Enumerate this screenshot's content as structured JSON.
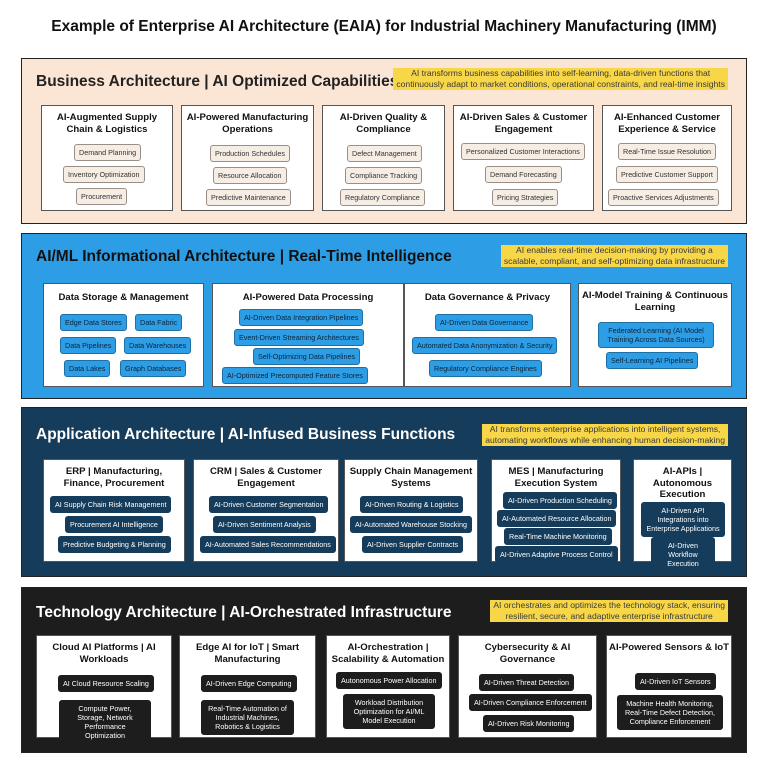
{
  "title": "Example of Enterprise AI Architecture (EAIA) for Industrial Machinery Manufacturing (IMM)",
  "layers": {
    "business": {
      "title": "Business Architecture | AI Optimized Capabilities",
      "note": [
        "AI transforms business capabilities into self-learning, data-driven functions that",
        "continuously adapt to market conditions, operational constraints, and real-time insights"
      ],
      "cards": [
        {
          "title": "AI-Augmented Supply Chain & Logistics",
          "items": [
            "Demand Planning",
            "Inventory Optimization",
            "Procurement"
          ]
        },
        {
          "title": "AI-Powered Manufacturing Operations",
          "items": [
            "Production Schedules",
            "Resource Allocation",
            "Predictive Maintenance"
          ]
        },
        {
          "title": "AI-Driven Quality & Compliance",
          "items": [
            "Defect Management",
            "Compliance Tracking",
            "Regulatory Compliance"
          ]
        },
        {
          "title": "AI-Driven Sales & Customer Engagement",
          "items": [
            "Personalized Customer Interactions",
            "Demand Forecasting",
            "Pricing Strategies"
          ]
        },
        {
          "title": "AI-Enhanced Customer Experience & Service",
          "items": [
            "Real-Time Issue Resolution",
            "Predictive Customer Support",
            "Proactive Services Adjustments"
          ]
        }
      ]
    },
    "aiml": {
      "title": "AI/ML Informational Architecture | Real-Time Intelligence",
      "note": [
        "AI enables real-time decision-making by providing a",
        "scalable, compliant, and self-optimizing data infrastructure"
      ],
      "cards": [
        {
          "title": "Data Storage & Management",
          "items": [
            "Edge Data Stores",
            "Data Fabric",
            "Data Pipelines",
            "Data Warehouses",
            "Data Lakes",
            "Graph Databases"
          ]
        },
        {
          "title": "AI-Powered Data Processing",
          "items": [
            "AI-Driven Data Integration Pipelines",
            "Event-Driven Streaming Architectures",
            "Self-Optimizing Data Pipelines",
            "AI-Optimized Precomputed Feature Stores"
          ]
        },
        {
          "title": "Data Governance & Privacy",
          "items": [
            "AI-Driven Data Governance",
            "Automated Data Anonymization & Security",
            "Regulatory Compliance Engines"
          ]
        },
        {
          "title": "AI-Model Training & Continuous Learning",
          "items": [
            "Federated Learning (AI Model Training Across Data Sources)",
            "Self-Learning AI Pipelines"
          ]
        }
      ]
    },
    "app": {
      "title": "Application Architecture | AI-Infused Business Functions",
      "note": [
        "AI transforms enterprise applications into intelligent systems,",
        "automating workflows while enhancing human decision-making"
      ],
      "cards": [
        {
          "title": "ERP | Manufacturing, Finance, Procurement",
          "items": [
            "AI Supply Chain Risk Management",
            "Procurement AI Intelligence",
            "Predictive Budgeting & Planning"
          ]
        },
        {
          "title": "CRM | Sales & Customer Engagement",
          "items": [
            "AI-Driven Customer Segmentation",
            "AI-Driven Sentiment Analysis",
            "AI-Automated Sales Recommendations"
          ]
        },
        {
          "title": "Supply Chain Management Systems",
          "items": [
            "AI-Driven Routing & Logistics",
            "AI-Automated Warehouse Stocking",
            "AI-Driven Supplier Contracts"
          ]
        },
        {
          "title": "MES | Manufacturing Execution System",
          "items": [
            "AI-Driven Production Scheduling",
            "AI-Automated Resource Allocation",
            "Real-Time Machine Monitoring",
            "AI-Driven Adaptive Process Control"
          ]
        },
        {
          "title": "AI-APIs | Autonomous Execution",
          "items": [
            "AI-Driven API Integrations into Enterprise Applications",
            "AI-Driven Workflow Execution"
          ]
        }
      ]
    },
    "tech": {
      "title": "Technology Architecture | AI-Orchestrated Infrastructure",
      "note": [
        "AI orchestrates and optimizes the technology stack, ensuring",
        "resilient, secure, and adaptive enterprise infrastructure"
      ],
      "cards": [
        {
          "title": "Cloud AI Platforms | AI Workloads",
          "items": [
            "AI Cloud Resource Scaling",
            "Compute Power, Storage, Network Performance Optimization"
          ]
        },
        {
          "title": "Edge AI for IoT | Smart Manufacturing",
          "items": [
            "AI-Driven Edge Computing",
            "Real-Time Automation of Industrial Machines, Robotics & Logistics"
          ]
        },
        {
          "title": "AI-Orchestration | Scalability & Automation",
          "items": [
            "Autonomous Power Allocation",
            "Workload Distribution Optimization for AI/ML Model Execution"
          ]
        },
        {
          "title": "Cybersecurity & AI Governance",
          "items": [
            "AI-Driven Threat Detection",
            "AI-Driven Compliance Enforcement",
            "AI-Driven Risk Monitoring"
          ]
        },
        {
          "title": "AI-Powered Sensors & IoT",
          "items": [
            "AI-Driven IoT Sensors",
            "Machine Health Monitoring, Real-Time Defect Detection, Compliance Enforcement"
          ]
        }
      ]
    }
  }
}
